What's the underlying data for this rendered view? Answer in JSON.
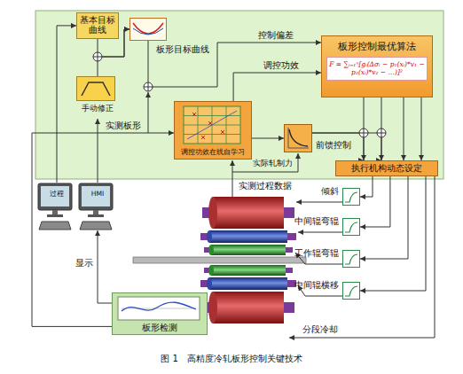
{
  "diagram": {
    "caption": "图 1　高精度冷轧板形控制关键技术",
    "nodes": [
      {
        "text": [
          "基本目标曲线"
        ]
      },
      {
        "text": [
          "板形目标曲线"
        ]
      },
      {
        "text": [
          "手动修正"
        ]
      },
      {
        "text": [
          "板形控制最优算法",
          "F = ∑ᵢ₌₁ⁿ[gᵢ(Δσᵢ − p₁(xᵢ)*v₁ − p₂(xᵢ)*v₂ − …)]²"
        ]
      },
      {
        "text": [
          "调控功效在线自学习"
        ]
      },
      {
        "text": [
          "前馈控制"
        ]
      },
      {
        "text": [
          "执行机构动态设定"
        ]
      },
      {
        "text": [
          "过程"
        ]
      },
      {
        "text": [
          "HMI"
        ]
      },
      {
        "text": [
          "倾斜"
        ]
      },
      {
        "text": [
          "中间辊弯辊"
        ]
      },
      {
        "text": [
          "工作辊弯辊"
        ]
      },
      {
        "text": [
          "中间辊横移"
        ]
      },
      {
        "text": [
          "板形检测"
        ]
      }
    ],
    "edges": [
      {
        "from": 7,
        "to": 0,
        "arrow": "to"
      },
      {
        "from": 8,
        "to": 2,
        "arrow": "to"
      },
      {
        "from": 0,
        "to": 1,
        "arrow": "to"
      },
      {
        "from": 2,
        "to": 1,
        "arrow": "to"
      },
      {
        "from": 1,
        "to": 3,
        "label": "控制偏差",
        "arrow": "to"
      },
      {
        "from": 13,
        "to": 4,
        "label": "实测板形",
        "arrow": "to"
      },
      {
        "from": 4,
        "to": 3,
        "label": "调控功效",
        "arrow": "to"
      },
      {
        "from": 4,
        "to": 5,
        "arrow": "to"
      },
      {
        "from": 3,
        "to": 6,
        "arrow": "to"
      },
      {
        "from": 3,
        "to": 6,
        "arrow": "to"
      },
      {
        "from": 3,
        "to": 6,
        "arrow": "to"
      },
      {
        "from": 3,
        "to": 6,
        "arrow": "to"
      },
      {
        "from": 5,
        "to": 6,
        "arrow": "to"
      },
      {
        "from": 5,
        "to": 6,
        "arrow": "to"
      },
      {
        "from": 6,
        "to": 9,
        "arrow": "to"
      },
      {
        "from": 6,
        "to": 10,
        "arrow": "to"
      },
      {
        "from": 6,
        "to": 11,
        "arrow": "to"
      },
      {
        "from": 6,
        "to": 12,
        "arrow": "to"
      },
      {
        "from": 13,
        "to": 8,
        "label": "显示",
        "arrow": "to"
      }
    ],
    "labels": [
      "实测过程数据",
      "实际轧制力",
      "分段冷却"
    ]
  }
}
